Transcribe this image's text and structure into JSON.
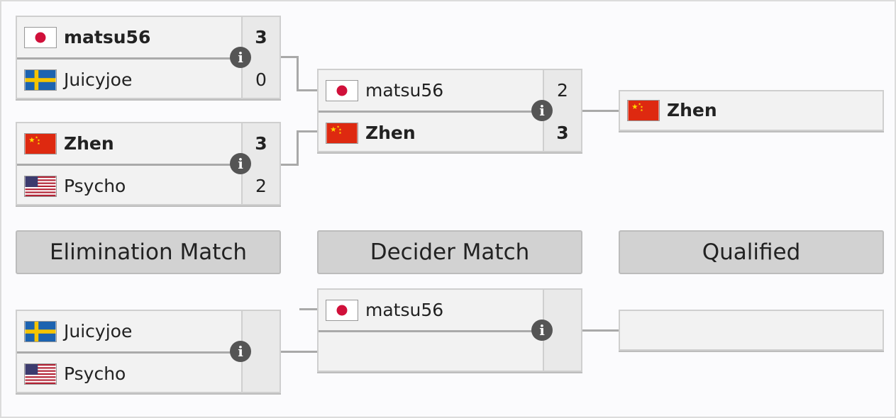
{
  "headers": {
    "elimination": "Elimination Match",
    "decider": "Decider Match",
    "qualified": "Qualified"
  },
  "top": {
    "match1": {
      "p1": {
        "name": "matsu56",
        "flag": "japan-flag-icon",
        "score": "3",
        "winner": true
      },
      "p2": {
        "name": "Juicyjoe",
        "flag": "sweden-flag-icon",
        "score": "0",
        "winner": false
      }
    },
    "match2": {
      "p1": {
        "name": "Zhen",
        "flag": "china-flag-icon",
        "score": "3",
        "winner": true
      },
      "p2": {
        "name": "Psycho",
        "flag": "usa-flag-icon",
        "score": "2",
        "winner": false
      }
    },
    "decider": {
      "p1": {
        "name": "matsu56",
        "flag": "japan-flag-icon",
        "score": "2",
        "winner": false
      },
      "p2": {
        "name": "Zhen",
        "flag": "china-flag-icon",
        "score": "3",
        "winner": true
      }
    },
    "qualified": {
      "name": "Zhen",
      "flag": "china-flag-icon"
    }
  },
  "bottom": {
    "elimination": {
      "p1": {
        "name": "Juicyjoe",
        "flag": "sweden-flag-icon",
        "score": ""
      },
      "p2": {
        "name": "Psycho",
        "flag": "usa-flag-icon",
        "score": ""
      }
    },
    "decider": {
      "p1": {
        "name": "matsu56",
        "flag": "japan-flag-icon",
        "score": ""
      },
      "p2": {
        "name": "",
        "score": ""
      }
    },
    "qualified": {
      "name": ""
    }
  },
  "info_icon_glyph": "i",
  "colors": {
    "connector": "#a9a9a9",
    "header_bg": "#d2d2d2",
    "match_bg": "#f2f2f2",
    "info_bg": "#555555"
  }
}
